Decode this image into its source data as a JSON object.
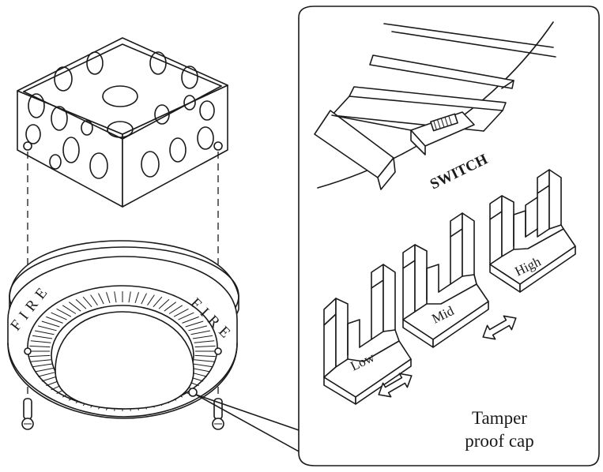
{
  "labels": {
    "switch": "SWITCH",
    "low": "Low",
    "mid": "Mid",
    "high": "High",
    "tamper_line1": "Tamper",
    "tamper_line2": "proof cap",
    "fire_left": "FIRE",
    "fire_right": "FIRE"
  }
}
